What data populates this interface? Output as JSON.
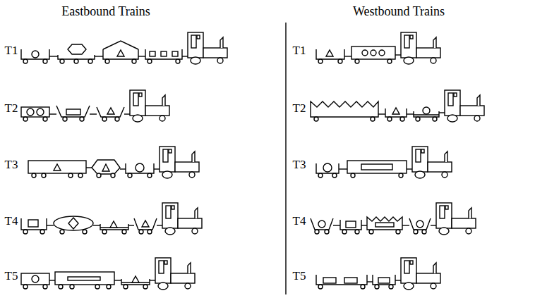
{
  "diagram": {
    "labels": [
      "Eastbound Trains",
      "Westbound Trains",
      "T1",
      "T1",
      "T2",
      "T2",
      "T3",
      "T3",
      "T4",
      "T4",
      "T5",
      "T5"
    ]
  }
}
